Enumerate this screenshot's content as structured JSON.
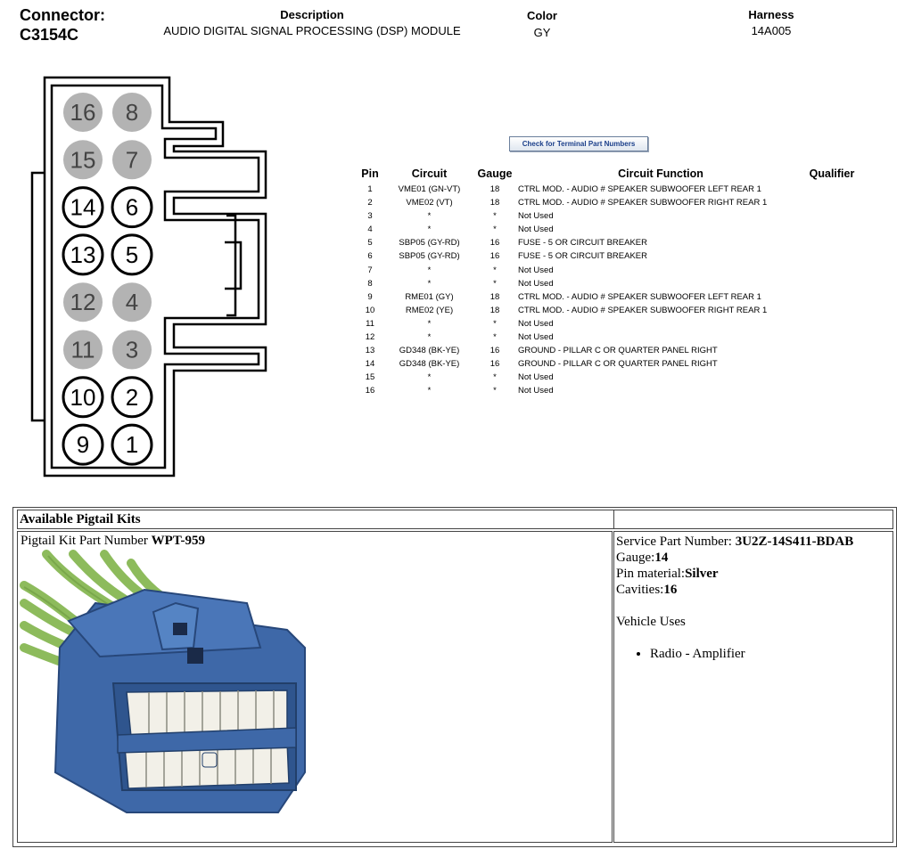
{
  "header": {
    "connector_label": "Connector:",
    "connector_id": "C3154C",
    "description_label": "Description",
    "description_value": "AUDIO DIGITAL SIGNAL PROCESSING (DSP) MODULE",
    "color_label": "Color",
    "color_value": "GY",
    "harness_label": "Harness",
    "harness_value": "14A005"
  },
  "connector_face": {
    "cavities": [
      {
        "label": "16",
        "state": "unused"
      },
      {
        "label": "8",
        "state": "unused"
      },
      {
        "label": "15",
        "state": "unused"
      },
      {
        "label": "7",
        "state": "unused"
      },
      {
        "label": "14",
        "state": "used"
      },
      {
        "label": "6",
        "state": "used"
      },
      {
        "label": "13",
        "state": "used"
      },
      {
        "label": "5",
        "state": "used"
      },
      {
        "label": "12",
        "state": "unused"
      },
      {
        "label": "4",
        "state": "unused"
      },
      {
        "label": "11",
        "state": "unused"
      },
      {
        "label": "3",
        "state": "unused"
      },
      {
        "label": "10",
        "state": "used"
      },
      {
        "label": "2",
        "state": "used"
      },
      {
        "label": "9",
        "state": "used"
      },
      {
        "label": "1",
        "state": "used"
      }
    ],
    "used_fill": "#ffffff",
    "unused_fill": "#b3b3b3"
  },
  "terminal_button": "Check for Terminal Part Numbers",
  "pin_table": {
    "headers": [
      "Pin",
      "Circuit",
      "Gauge",
      "Circuit Function",
      "Qualifier"
    ],
    "rows": [
      [
        "1",
        "VME01 (GN-VT)",
        "18",
        "CTRL MOD. - AUDIO # SPEAKER SUBWOOFER LEFT REAR 1",
        ""
      ],
      [
        "2",
        "VME02 (VT)",
        "18",
        "CTRL MOD. - AUDIO # SPEAKER SUBWOOFER RIGHT REAR 1",
        ""
      ],
      [
        "3",
        "*",
        "*",
        "Not Used",
        ""
      ],
      [
        "4",
        "*",
        "*",
        "Not Used",
        ""
      ],
      [
        "5",
        "SBP05 (GY-RD)",
        "16",
        "FUSE - 5 OR CIRCUIT BREAKER",
        ""
      ],
      [
        "6",
        "SBP05 (GY-RD)",
        "16",
        "FUSE - 5 OR CIRCUIT BREAKER",
        ""
      ],
      [
        "7",
        "*",
        "*",
        "Not Used",
        ""
      ],
      [
        "8",
        "*",
        "*",
        "Not Used",
        ""
      ],
      [
        "9",
        "RME01 (GY)",
        "18",
        "CTRL MOD. - AUDIO # SPEAKER SUBWOOFER LEFT REAR 1",
        ""
      ],
      [
        "10",
        "RME02 (YE)",
        "18",
        "CTRL MOD. - AUDIO # SPEAKER SUBWOOFER RIGHT REAR 1",
        ""
      ],
      [
        "11",
        "*",
        "*",
        "Not Used",
        ""
      ],
      [
        "12",
        "*",
        "*",
        "Not Used",
        ""
      ],
      [
        "13",
        "GD348 (BK-YE)",
        "16",
        "GROUND - PILLAR C OR QUARTER PANEL RIGHT",
        ""
      ],
      [
        "14",
        "GD348 (BK-YE)",
        "16",
        "GROUND - PILLAR C OR QUARTER PANEL RIGHT",
        ""
      ],
      [
        "15",
        "*",
        "*",
        "Not Used",
        ""
      ],
      [
        "16",
        "*",
        "*",
        "Not Used",
        ""
      ]
    ]
  },
  "pigtail": {
    "section_title": "Available Pigtail Kits",
    "kit_label": "Pigtail Kit Part Number ",
    "kit_number": "WPT-959",
    "service_label": "Service Part Number: ",
    "service_value": "3U2Z-14S411-BDAB",
    "gauge_label": "Gauge:",
    "gauge_value": "14",
    "pin_label": "Pin material:",
    "pin_value": "Silver",
    "cavities_label": "Cavities:",
    "cavities_value": "16",
    "uses_label": "Vehicle Uses",
    "uses": [
      "Radio - Amplifier"
    ]
  }
}
